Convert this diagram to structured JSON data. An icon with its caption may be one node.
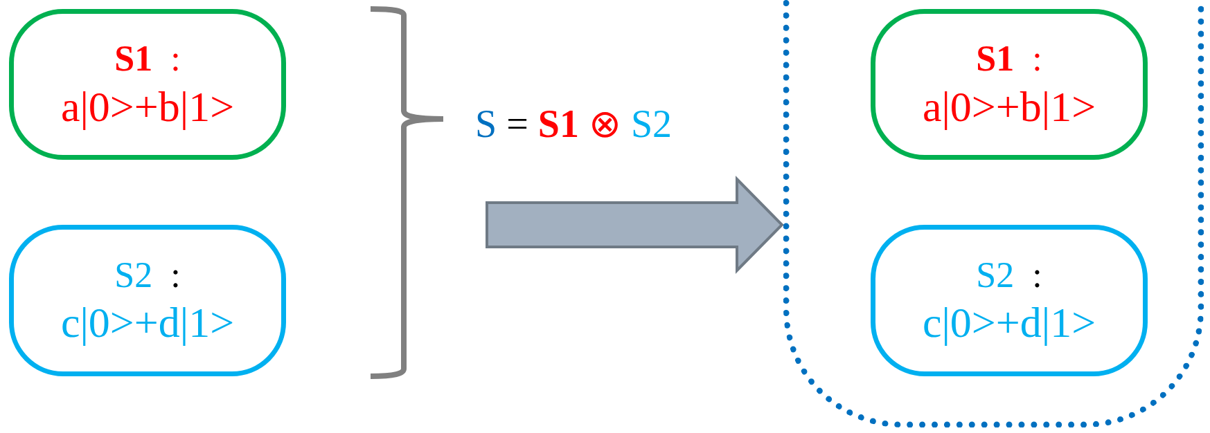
{
  "diagram": {
    "nodes": [
      {
        "text": [
          "**S1** :",
          "a|0>+b|1>"
        ]
      },
      {
        "text": [
          "S2 :",
          "c|0>+d|1>"
        ]
      },
      {
        "text": [],
        "shape": "box"
      },
      {
        "text": [
          "**S1** :",
          "a|0>+b|1>"
        ],
        "in": 2
      },
      {
        "text": [
          "S2 :",
          "c|0>+d|1>"
        ],
        "in": 2
      }
    ],
    "edges": [
      {
        "from": null,
        "to": 2,
        "arrow": "to",
        "style": "thick",
        "color": "#a2b0c0"
      }
    ],
    "labels": [
      "S = S1 ⊗ S2"
    ]
  }
}
